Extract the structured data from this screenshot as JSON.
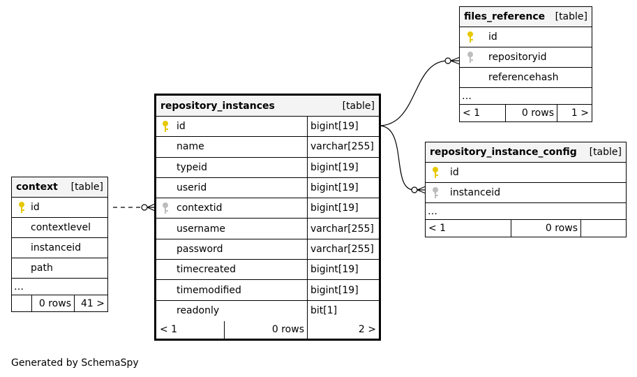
{
  "tables": {
    "context": {
      "name": "context",
      "type": "[table]",
      "columns": [
        "id",
        "contextlevel",
        "instanceid",
        "path"
      ],
      "ellipsis": "…",
      "footer": [
        "",
        "0 rows",
        "41 >"
      ]
    },
    "repository_instances": {
      "name": "repository_instances",
      "type": "[table]",
      "columns": [
        {
          "name": "id",
          "datatype": "bigint[19]"
        },
        {
          "name": "name",
          "datatype": "varchar[255]"
        },
        {
          "name": "typeid",
          "datatype": "bigint[19]"
        },
        {
          "name": "userid",
          "datatype": "bigint[19]"
        },
        {
          "name": "contextid",
          "datatype": "bigint[19]"
        },
        {
          "name": "username",
          "datatype": "varchar[255]"
        },
        {
          "name": "password",
          "datatype": "varchar[255]"
        },
        {
          "name": "timecreated",
          "datatype": "bigint[19]"
        },
        {
          "name": "timemodified",
          "datatype": "bigint[19]"
        },
        {
          "name": "readonly",
          "datatype": "bit[1]"
        }
      ],
      "footer": [
        "< 1",
        "0 rows",
        "2 >"
      ]
    },
    "files_reference": {
      "name": "files_reference",
      "type": "[table]",
      "columns": [
        "id",
        "repositoryid",
        "referencehash"
      ],
      "ellipsis": "…",
      "footer": [
        "< 1",
        "0 rows",
        "1 >"
      ]
    },
    "repository_instance_config": {
      "name": "repository_instance_config",
      "type": "[table]",
      "columns": [
        "id",
        "instanceid"
      ],
      "ellipsis": "…",
      "footer": [
        "< 1",
        "0 rows",
        ""
      ]
    }
  },
  "key_colors": {
    "primary": "#e6c800",
    "foreign": "#bdbdbd"
  },
  "footer_text": "Generated by SchemaSpy"
}
